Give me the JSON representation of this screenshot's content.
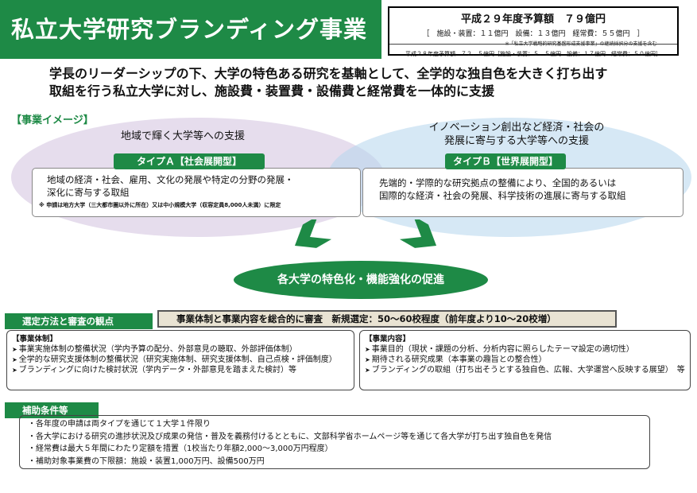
{
  "header": {
    "title": "私立大学研究ブランディング事業",
    "budget_main": "平成２９年度予算額　７９億円",
    "budget_detail": "［　施設・装置：１１億円　設備：１３億円　経常費：５５億円　］",
    "budget_note": "※「私立大学戦略的研究基盤形成支援事業」の継続採択分の支援を含む",
    "budget_prev": "平成２８年度予算額　７２．５億円［施設・装置：５．５億円　設備：１７億円　経常費：５０億円］"
  },
  "lead": {
    "line1": "学長のリーダーシップの下、大学の特色ある研究を基軸として、全学的な独自色を大きく打ち出す",
    "line2": "取組を行う私立大学に対し、施設費・装置費・設備費と経常費を一体的に支援"
  },
  "image_label": "【事業イメージ】",
  "type_a": {
    "support": "地域で輝く大学等への支援",
    "label": "タイプＡ【社会展開型】",
    "desc_line1": "地域の経済・社会、雇用、文化の発展や特定の分野の発展・",
    "desc_line2": "深化に寄与する取組",
    "note": "※ 申請は地方大学（三大都市圏以外に所在）又は中小規模大学（収容定員8,000人未満）に限定"
  },
  "type_b": {
    "support_line1": "イノベーション創出など経済・社会の",
    "support_line2": "発展に寄与する大学等への支援",
    "label": "タイプＢ【世界展開型】",
    "desc_line1": "先端的・学際的な研究拠点の整備により、全国的あるいは",
    "desc_line2": "国際的な経済・社会の発展、科学技術の進展に寄与する取組"
  },
  "promotion": "各大学の特色化・機能強化の促進",
  "selection": {
    "tab": "選定方法と審査の観点",
    "review": "事業体制と事業内容を総合的に審査　新規選定：50～60校程度（前年度より10～20校増）"
  },
  "structure": {
    "heading": "【事業体制】",
    "items": [
      "事業実施体制の整備状況（学内予算の配分、外部意見の聴取、外部評価体制）",
      "全学的な研究支援体制の整備状況（研究実施体制、研究支援体制、自己点検・評価制度）",
      "ブランディングに向けた検討状況（学内データ・外部意見を踏まえた検討）等"
    ]
  },
  "content": {
    "heading": "【事業内容】",
    "items": [
      "事業目的（現状・課題の分析、分析内容に照らしたテーマ設定の適切性）",
      "期待される研究成果（本事業の趣旨との整合性）",
      "ブランディングの取組（打ち出そうとする独自色、広報、大学運営へ反映する展望）　等"
    ]
  },
  "conditions": {
    "tab": "補助条件等",
    "items": [
      "各年度の申請は両タイプを通じて１大学１件限り",
      "各大学における研究の進捗状況及び成果の発信・普及を義務付けるとともに、文部科学省ホームページ等を通じて各大学が打ち出す独自色を発信",
      "経常費は最大５年間にわたり定額を措置（1校当たり年額2,000～3,000万円程度）",
      "補助対象事業費の下限額：施設・装置1,000万円、設備500万円"
    ]
  },
  "colors": {
    "accent": "#1e8a46",
    "type_a_bg": "#e3d8ec",
    "type_b_bg": "#d7e9f5"
  }
}
